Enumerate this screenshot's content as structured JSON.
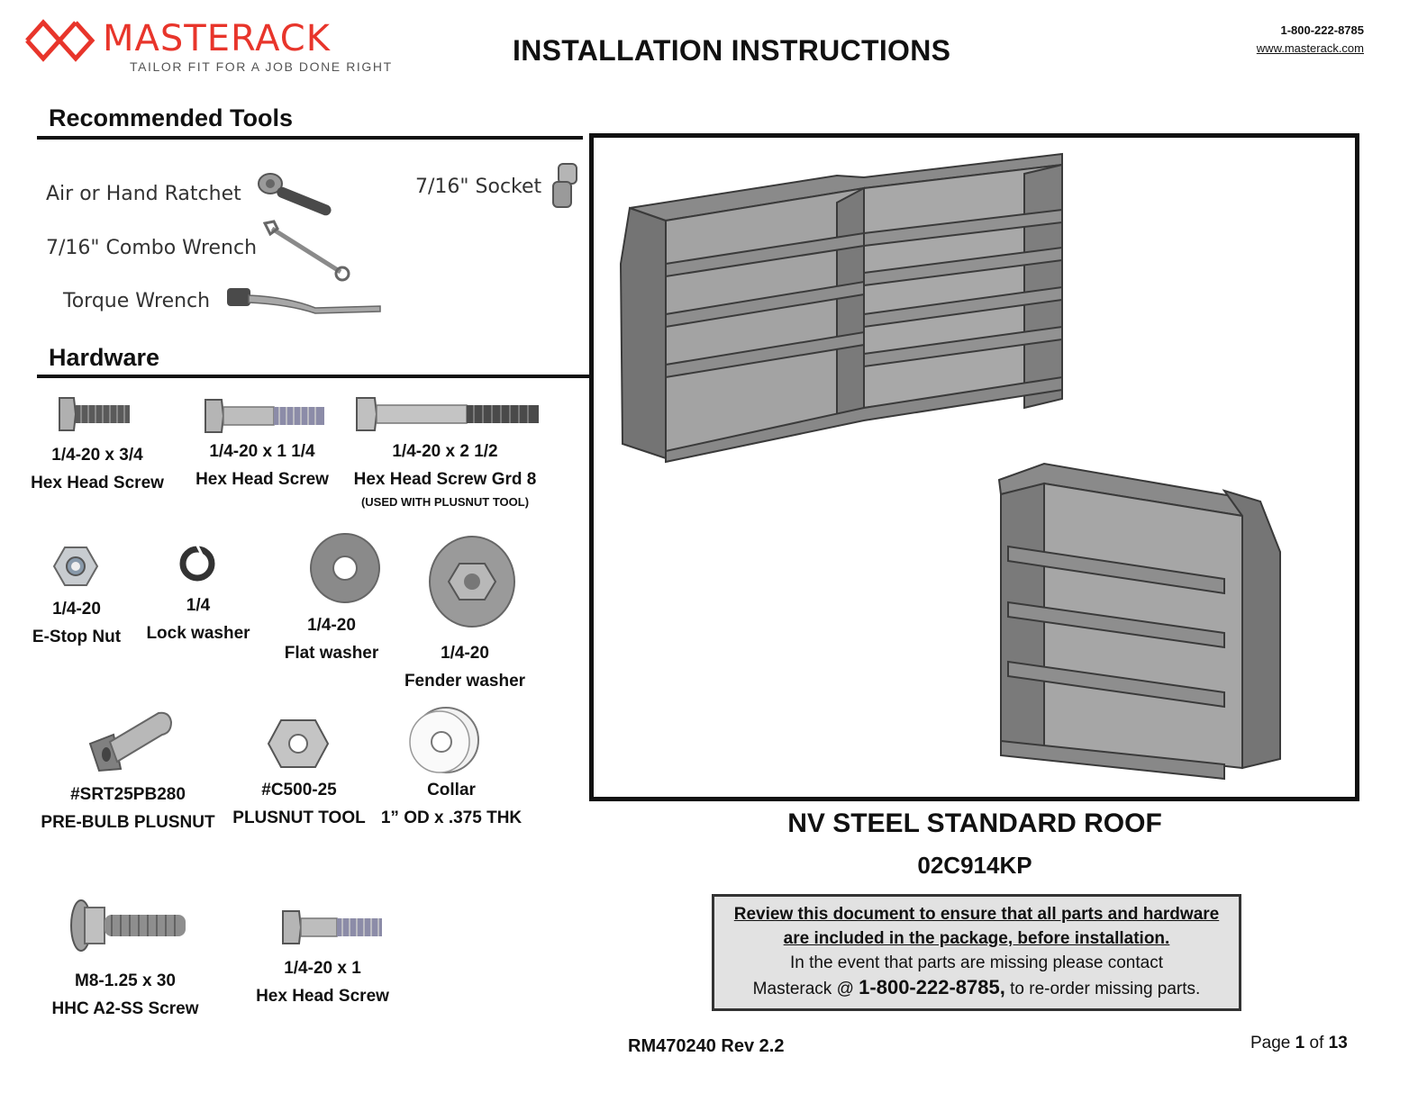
{
  "header": {
    "logo_text": "MASTERACK",
    "tagline": "TAILOR FIT FOR A JOB DONE RIGHT",
    "title": "INSTALLATION INSTRUCTIONS",
    "phone": "1-800-222-8785",
    "website": "www.masterack.com",
    "brand_color": "#e8352b"
  },
  "tools": {
    "heading": "Recommended Tools",
    "items": [
      "Air or Hand Ratchet",
      "7/16\" Combo Wrench",
      "Torque Wrench",
      "7/16\" Socket"
    ],
    "icons": [
      "ratchet-icon",
      "combo-wrench-icon",
      "torque-wrench-icon",
      "socket-icon"
    ]
  },
  "hardware": {
    "heading": "Hardware",
    "items": [
      {
        "l1": "1/4-20 x 3/4",
        "l2": "Hex Head Screw"
      },
      {
        "l1": "1/4-20 x 1 1/4",
        "l2": "Hex Head Screw"
      },
      {
        "l1": "1/4-20 x 2 1/2",
        "l2": "Hex Head Screw Grd 8",
        "note": "(USED WITH PLUSNUT TOOL)"
      },
      {
        "l1": "1/4-20",
        "l2": "E-Stop Nut"
      },
      {
        "l1": "1/4",
        "l2": "Lock washer"
      },
      {
        "l1": "1/4-20",
        "l2": "Flat washer"
      },
      {
        "l1": "1/4-20",
        "l2": "Fender washer"
      },
      {
        "l1": "#SRT25PB280",
        "l2": "PRE-BULB PLUSNUT"
      },
      {
        "l1": "#C500-25",
        "l2": "PLUSNUT TOOL"
      },
      {
        "l1": "Collar",
        "l2": "1” OD x .375 THK"
      },
      {
        "l1": "M8-1.25 x 30",
        "l2": "HHC A2-SS Screw"
      },
      {
        "l1": "1/4-20 x 1",
        "l2": "Hex Head Screw"
      }
    ]
  },
  "product": {
    "title": "NV STEEL STANDARD ROOF",
    "code": "02C914KP"
  },
  "notice": {
    "line1": "Review this document to ensure that all parts and hardware",
    "line2": "are included in the package, before installation.",
    "line3": "In the event that parts are missing please contact",
    "line4_a": "Masterack @ ",
    "line4_phone": "1-800-222-8785,",
    "line4_b": " to re-order missing parts."
  },
  "footer": {
    "doc_rev": "RM470240 Rev 2.2",
    "page_prefix": "Page ",
    "page_num": "1",
    "page_of": " of ",
    "page_total": "13"
  }
}
